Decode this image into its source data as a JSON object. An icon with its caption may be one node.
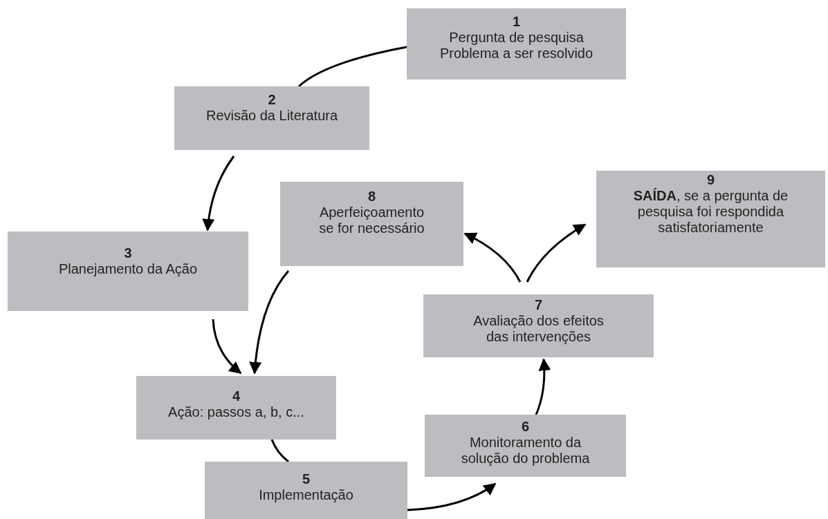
{
  "diagram": {
    "nodes": [
      {
        "text": [
          "1",
          "Pergunta de pesquisa",
          "Problema a ser resolvido"
        ]
      },
      {
        "text": [
          "2",
          "Revisão da Literatura"
        ]
      },
      {
        "text": [
          "3",
          "Planejamento da Ação"
        ]
      },
      {
        "text": [
          "4",
          "Ação: passos a, b, c..."
        ]
      },
      {
        "text": [
          "5",
          "Implementação"
        ]
      },
      {
        "text": [
          "6",
          "Monitoramento da solução do problema"
        ]
      },
      {
        "text": [
          "7",
          "Avaliação dos efeitos das intervenções"
        ]
      },
      {
        "text": [
          "8",
          "Aperfeiçoamento se for necessário"
        ]
      },
      {
        "text": [
          "9",
          "**SAÍDA**, se a pergunta de pesquisa foi respondida satisfatoriamente"
        ]
      }
    ],
    "edges": [
      {
        "from": 0,
        "to": 1,
        "arrow": "none"
      },
      {
        "from": 1,
        "to": 2,
        "arrow": "to"
      },
      {
        "from": 2,
        "to": 3,
        "arrow": "to"
      },
      {
        "from": 7,
        "to": 3,
        "arrow": "to"
      },
      {
        "from": 3,
        "to": 4,
        "arrow": "none"
      },
      {
        "from": 4,
        "to": 5,
        "arrow": "to"
      },
      {
        "from": 5,
        "to": 6,
        "arrow": "to"
      },
      {
        "from": 6,
        "to": 7,
        "arrow": "to"
      },
      {
        "from": 6,
        "to": 8,
        "arrow": "to"
      }
    ]
  }
}
